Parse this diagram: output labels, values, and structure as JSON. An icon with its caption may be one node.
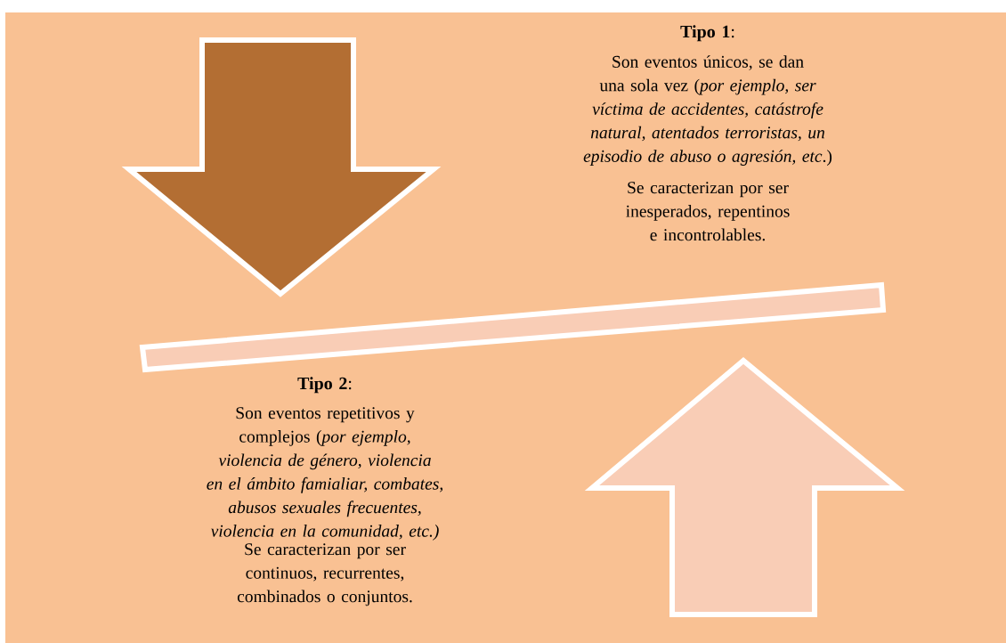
{
  "diagram": {
    "labels": [
      "**Tipo 1**:",
      "Son eventos únicos, se dan una sola vez (*por ejemplo, ser víctima de accidentes, catástrofe natural, atentados terroristas, un episodio de abuso o agresión, etc*.)",
      "Se caracterizan por ser inesperados, repentinos e incontrolables.",
      "**Tipo 2**:",
      "Son eventos repetitivos y complejos (*por ejemplo, violencia de género, violencia en el ámbito famialiar, combates, abusos sexuales frecuentes, violencia en la comunidad, etc.)*",
      "Se caracterizan por ser continuos, recurrentes, combinados o conjuntos."
    ]
  }
}
